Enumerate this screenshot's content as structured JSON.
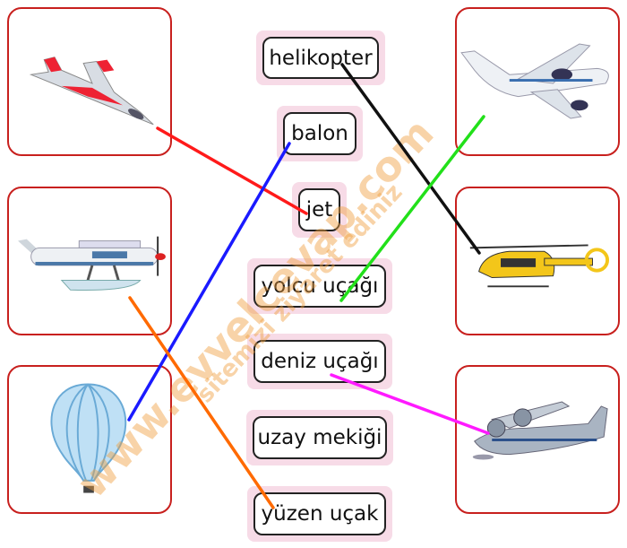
{
  "words": [
    "helikopter",
    "balon",
    "jet",
    "yolcu uçağı",
    "deniz uçağı",
    "uzay mekiği",
    "yüzen uçak"
  ],
  "left_images": [
    "fighter-jet",
    "seaplane",
    "hot-air-balloon"
  ],
  "right_images": [
    "passenger-airplane",
    "helicopter",
    "amphibious-plane"
  ],
  "watermark": {
    "line1": "www.evvelcevap.com",
    "line2": "sitemizi ziyaret ediniz"
  },
  "connections": [
    {
      "from": "fighter-jet",
      "to": "jet",
      "color": "#ff1a1a"
    },
    {
      "from": "hot-air-balloon",
      "to": "balon",
      "color": "#1a1aff"
    },
    {
      "from": "helicopter",
      "to": "helikopter",
      "color": "#111111"
    },
    {
      "from": "passenger-airplane",
      "to": "yolcu uçağı",
      "color": "#22e01a"
    },
    {
      "from": "seaplane",
      "to": "yüzen uçak",
      "color": "#ff6a00"
    },
    {
      "from": "amphibious-plane",
      "to": "deniz uçağı",
      "color": "#ff1aff"
    }
  ]
}
